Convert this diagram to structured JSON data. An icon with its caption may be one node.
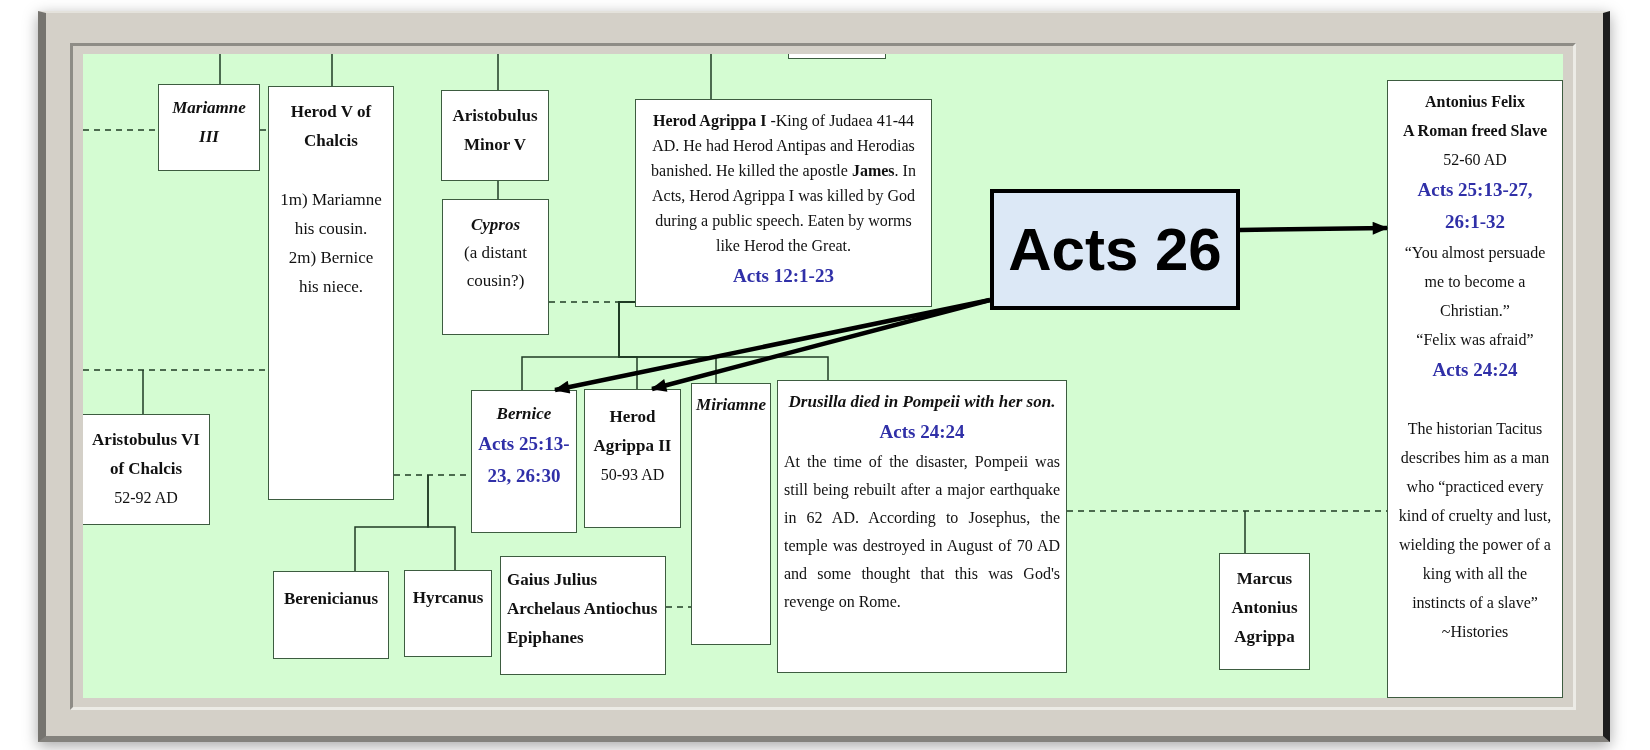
{
  "diagram": {
    "nodes": [
      {
        "text": [
          "Mariamne III"
        ]
      },
      {
        "text": [
          "Herod V of Chalcis",
          "1m) Mariamne his cousin.",
          "2m) Bernice his niece."
        ]
      },
      {
        "text": [
          "Aristobulus Minor V"
        ]
      },
      {
        "text": [
          "Cypros",
          "(a distant cousin?)"
        ]
      },
      {
        "text": [],
        "shape": "box"
      },
      {
        "text": [
          "**Herod Agrippa I** -King of Judaea 41-44 AD. He had Herod Antipas and Herodias banished. He killed the apostle **James**. In Acts, Herod Agrippa I was killed by God during a public speech. Eaten by worms like Herod the Great.",
          "Acts 12:1-23"
        ]
      },
      {
        "text": [
          "Acts 26"
        ]
      },
      {
        "text": [
          "Antonius Felix",
          "A Roman freed Slave",
          "52-60 AD",
          "Acts 25:13-27, 26:1-32",
          "“You almost persuade me to become a Christian.”",
          "“Felix was afraid”",
          "Acts 24:24",
          "The historian Tacitus describes him as a man who “practiced every kind of cruelty and lust, wielding the power of a king with all the instincts of a slave” ~Histories"
        ]
      },
      {
        "text": [
          "Aristobulus VI of Chalcis",
          "52-92 AD"
        ]
      },
      {
        "text": [
          "Bernice",
          "Acts 25:13-23, 26:30"
        ]
      },
      {
        "text": [
          "Herod Agrippa II",
          "50-93 AD"
        ]
      },
      {
        "text": [
          "Miriamne"
        ]
      },
      {
        "text": [
          "Drusilla died in Pompeii with her son.",
          "Acts 24:24",
          "At the time of the disaster, Pompeii was still being rebuilt after a major earthquake in 62 AD. According to Josephus, the temple was destroyed in August of 70 AD and some thought that this was God's revenge on Rome."
        ]
      },
      {
        "text": [
          "Berenicianus"
        ]
      },
      {
        "text": [
          "Hyrcanus"
        ]
      },
      {
        "text": [
          "Gaius Julius Archelaus Antiochus Epiphanes"
        ]
      },
      {
        "text": [
          "Marcus Antonius Agrippa"
        ]
      }
    ],
    "edges": [
      {
        "from": null,
        "to": 0,
        "arrow": "none"
      },
      {
        "from": null,
        "to": 1,
        "arrow": "none"
      },
      {
        "from": null,
        "to": 2,
        "arrow": "none"
      },
      {
        "from": null,
        "to": 5,
        "arrow": "none"
      },
      {
        "from": 2,
        "to": 3,
        "arrow": "none"
      },
      {
        "from": null,
        "to": 0,
        "arrow": "none",
        "style": "dashed"
      },
      {
        "from": 0,
        "to": 1,
        "arrow": "none",
        "style": "dashed"
      },
      {
        "from": null,
        "to": 1,
        "arrow": "none",
        "style": "dashed"
      },
      {
        "from": null,
        "to": 8,
        "arrow": "none"
      },
      {
        "from": 3,
        "to": 5,
        "arrow": "none",
        "style": "dashed"
      },
      {
        "from": 5,
        "to": 9,
        "arrow": "none"
      },
      {
        "from": 5,
        "to": 10,
        "arrow": "none"
      },
      {
        "from": 5,
        "to": 11,
        "arrow": "none"
      },
      {
        "from": 5,
        "to": 12,
        "arrow": "none"
      },
      {
        "from": 1,
        "to": 9,
        "arrow": "none",
        "style": "dashed"
      },
      {
        "from": null,
        "to": 13,
        "arrow": "none"
      },
      {
        "from": null,
        "to": 14,
        "arrow": "none"
      },
      {
        "from": 15,
        "to": 11,
        "arrow": "none",
        "style": "dashed"
      },
      {
        "from": 12,
        "to": 7,
        "arrow": "none",
        "style": "dashed"
      },
      {
        "from": null,
        "to": 16,
        "arrow": "none"
      },
      {
        "from": 6,
        "to": 7,
        "arrow": "to",
        "style": "thick",
        "color": "#000000"
      },
      {
        "from": 6,
        "to": 9,
        "arrow": "to",
        "style": "thick",
        "color": "#000000"
      },
      {
        "from": 6,
        "to": 10,
        "arrow": "to",
        "style": "thick",
        "color": "#000000"
      }
    ]
  }
}
